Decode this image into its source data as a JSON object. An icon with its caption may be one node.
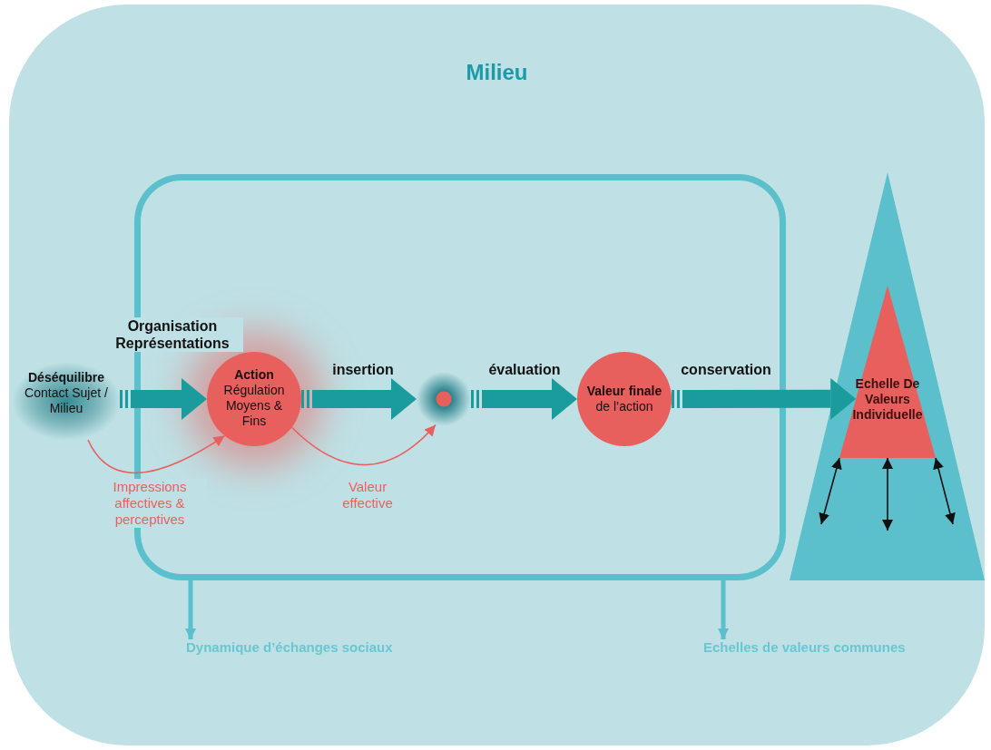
{
  "diagram": {
    "nodes": [
      {
        "text": [
          "Milieu"
        ]
      },
      {
        "text": [],
        "shape": "box",
        "in": 0
      },
      {
        "text": [
          "Déséquilibre",
          "Contact Sujet / Milieu"
        ],
        "in": 0
      },
      {
        "text": [
          "Action",
          "Régulation Moyens & Fins"
        ],
        "in": 1
      },
      {
        "text": [],
        "shape": "circle",
        "in": 1
      },
      {
        "text": [
          "Valeur finale",
          "de l’action"
        ],
        "in": 1
      },
      {
        "text": [],
        "shape": "triangle",
        "in": 0
      },
      {
        "text": [
          "Echelle De Valeurs Individuelle"
        ],
        "in": 6
      },
      {
        "text": [
          "Dynamique d’échanges sociaux"
        ],
        "in": 0
      },
      {
        "text": [
          "Echelles de valeurs communes"
        ],
        "in": 0
      }
    ],
    "edges": [
      {
        "from": 2,
        "to": 3,
        "arrow": "to",
        "label": "Organisation Représentations",
        "style": "thick"
      },
      {
        "from": 3,
        "to": 4,
        "arrow": "to",
        "label": "insertion",
        "style": "thick"
      },
      {
        "from": 4,
        "to": 5,
        "arrow": "to",
        "label": "évaluation",
        "style": "thick"
      },
      {
        "from": 5,
        "to": 7,
        "arrow": "to",
        "label": "conservation",
        "style": "thick"
      },
      {
        "from": 2,
        "to": 3,
        "arrow": "to",
        "label": "Impressions affectives & perceptives",
        "color": "#e8605e"
      },
      {
        "from": 3,
        "to": 4,
        "arrow": "to",
        "label": "Valeur effective",
        "color": "#e8605e"
      },
      {
        "from": 1,
        "to": 8,
        "arrow": "to",
        "color": "#5bbfcc"
      },
      {
        "from": 1,
        "to": 9,
        "arrow": "to",
        "color": "#5bbfcc"
      },
      {
        "from": 7,
        "to": null,
        "arrow": "both",
        "color": "#111111"
      },
      {
        "from": 7,
        "to": null,
        "arrow": "both",
        "color": "#111111"
      },
      {
        "from": 7,
        "to": null,
        "arrow": "both",
        "color": "#111111"
      }
    ]
  }
}
